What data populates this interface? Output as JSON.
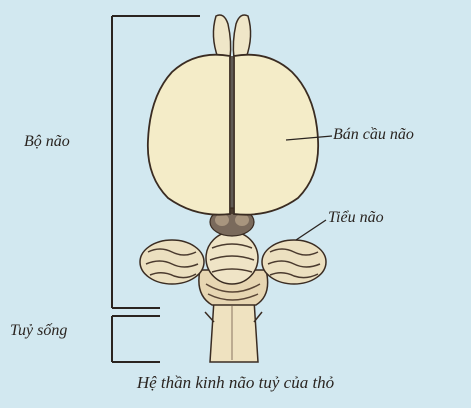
{
  "labels": {
    "brain": "Bộ não",
    "spinal_cord": "Tuỷ sống",
    "cerebral_hemisphere": "Bán cầu não",
    "cerebellum": "Tiểu não"
  },
  "caption": "Hệ thần kinh não tuỷ của thỏ",
  "colors": {
    "background": "#d2e8f0",
    "tissue": "#f4ecc8",
    "outline": "#3a2c22",
    "shadow": "#6b5a4c"
  }
}
